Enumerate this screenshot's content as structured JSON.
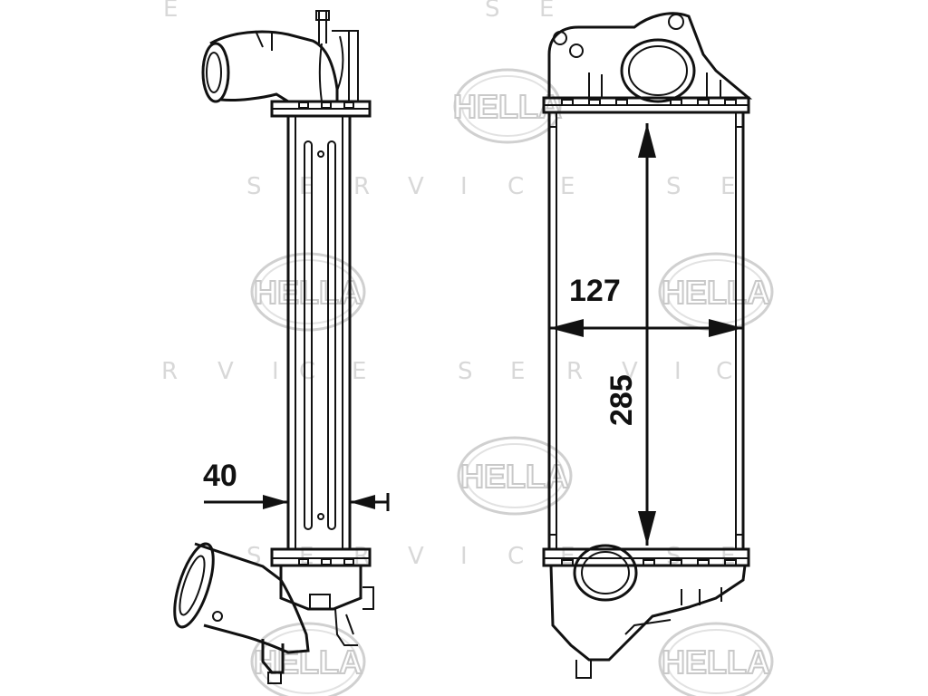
{
  "watermark": {
    "brand": "HELLA",
    "word_letters": [
      "S",
      "E",
      "R",
      "V",
      "I",
      "C",
      "E"
    ],
    "colors": {
      "text": "#d8d8d8",
      "logo_stroke": "#c9c9c9"
    }
  },
  "dimensions": {
    "depth_label": "40",
    "width_label": "127",
    "height_label": "285"
  },
  "colors": {
    "line": "#111111",
    "background": "#ffffff"
  }
}
